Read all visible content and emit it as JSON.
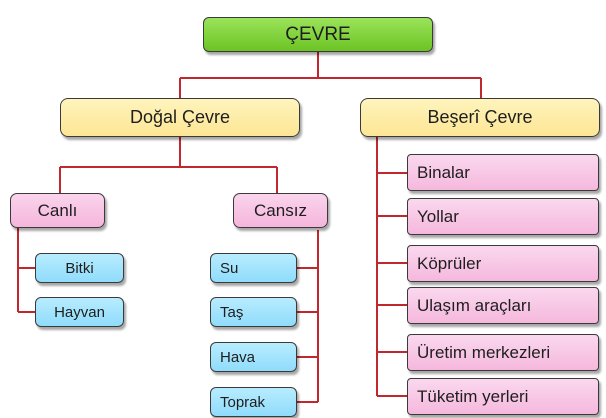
{
  "diagram": {
    "root": "ÇEVRE",
    "natural": {
      "label": "Doğal Çevre",
      "living": {
        "label": "Canlı",
        "items": [
          "Bitki",
          "Hayvan"
        ]
      },
      "nonliving": {
        "label": "Cansız",
        "items": [
          "Su",
          "Taş",
          "Hava",
          "Toprak"
        ]
      }
    },
    "human": {
      "label": "Beşerî Çevre",
      "items": [
        "Binalar",
        "Yollar",
        "Köprüler",
        "Ulaşım araçları",
        "Üretim merkezleri",
        "Tüketim yerleri"
      ]
    }
  },
  "colors": {
    "connector": "#c0282d",
    "root": "#7ed23a",
    "category": "#fde89b",
    "subcategory": "#f7bde0",
    "item_blue": "#96def9",
    "border": "#3a3a3a"
  }
}
